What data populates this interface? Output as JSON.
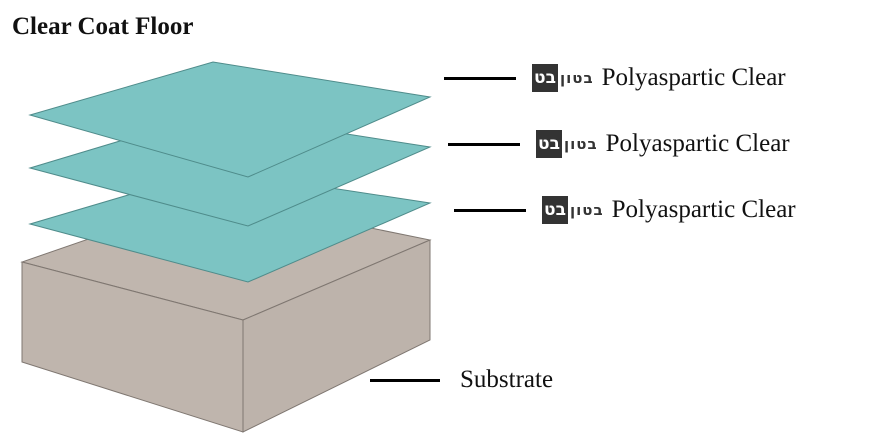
{
  "title": "Clear Coat Floor",
  "colors": {
    "coat_face": "#7cc4c3",
    "coat_edge": "#4f8c8b",
    "substrate_top": "#c0b6ae",
    "substrate_front": "#bfb5ad",
    "substrate_side": "#bdb3ab",
    "substrate_edge": "#7f7771"
  },
  "logo": {
    "box_text": "בט",
    "word_text": "בטון",
    "icon": "beton-logo-icon"
  },
  "layers": [
    {
      "label": "Polyaspartic Clear"
    },
    {
      "label": "Polyaspartic Clear"
    },
    {
      "label": "Polyaspartic Clear"
    }
  ],
  "substrate": {
    "label": "Substrate"
  }
}
